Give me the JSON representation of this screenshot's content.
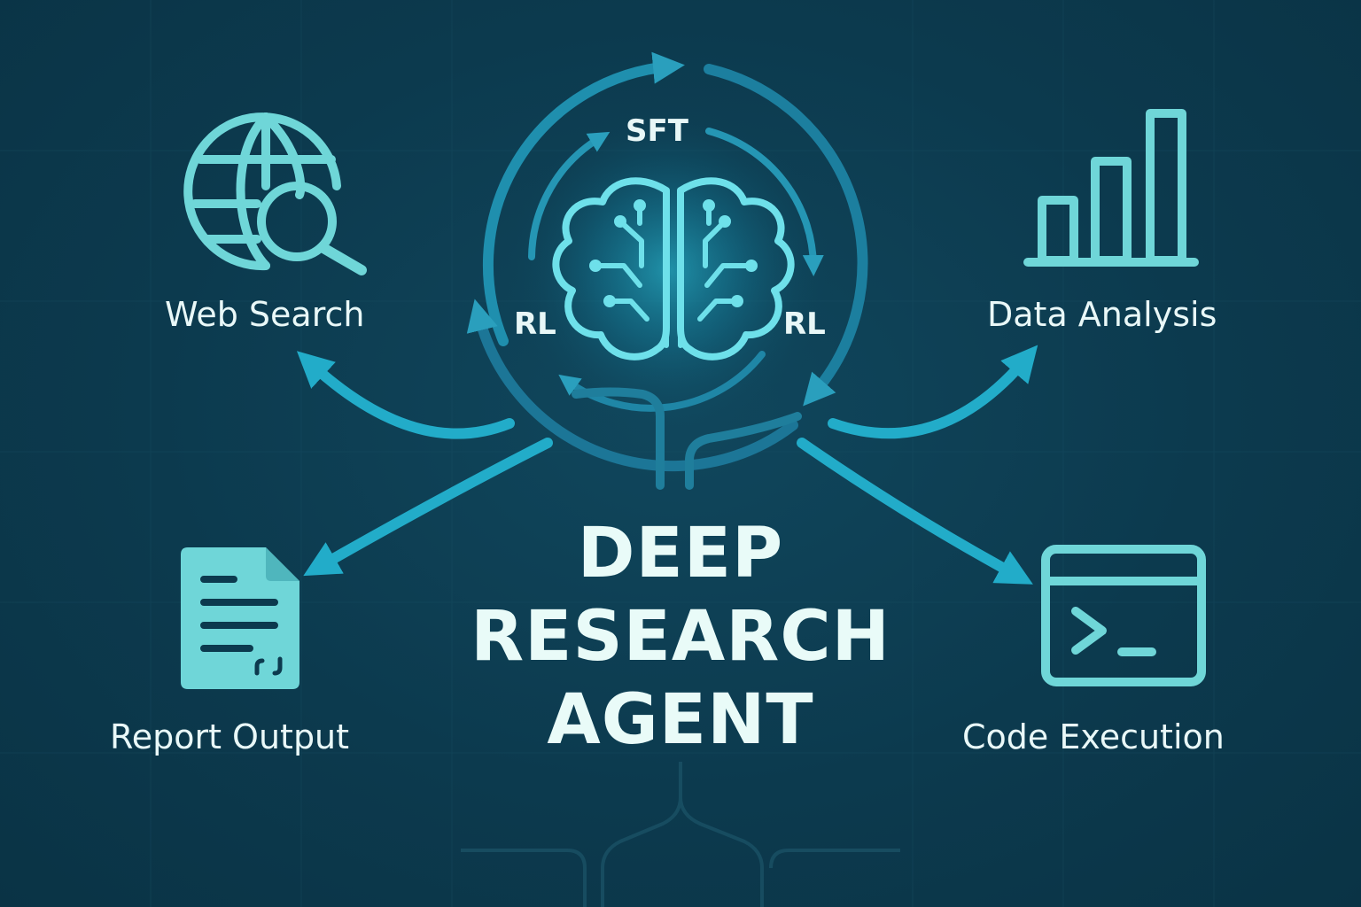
{
  "title": {
    "line1": "DEEP",
    "line2": "RESEARCH",
    "line3": "AGENT"
  },
  "training_loop": {
    "top_label": "SFT",
    "left_label": "RL",
    "right_label": "RL",
    "center_icon": "brain-circuit-icon"
  },
  "tools": [
    {
      "label": "Web Search",
      "icon": "globe-search-icon"
    },
    {
      "label": "Data Analysis",
      "icon": "bar-chart-icon"
    },
    {
      "label": "Report Output",
      "icon": "document-icon"
    },
    {
      "label": "Code Execution",
      "icon": "terminal-window-icon"
    }
  ],
  "colors": {
    "background": "#0c3a4e",
    "accent": "#20a9c9",
    "icon": "#6fd6d8",
    "text": "#e9f8f8"
  }
}
